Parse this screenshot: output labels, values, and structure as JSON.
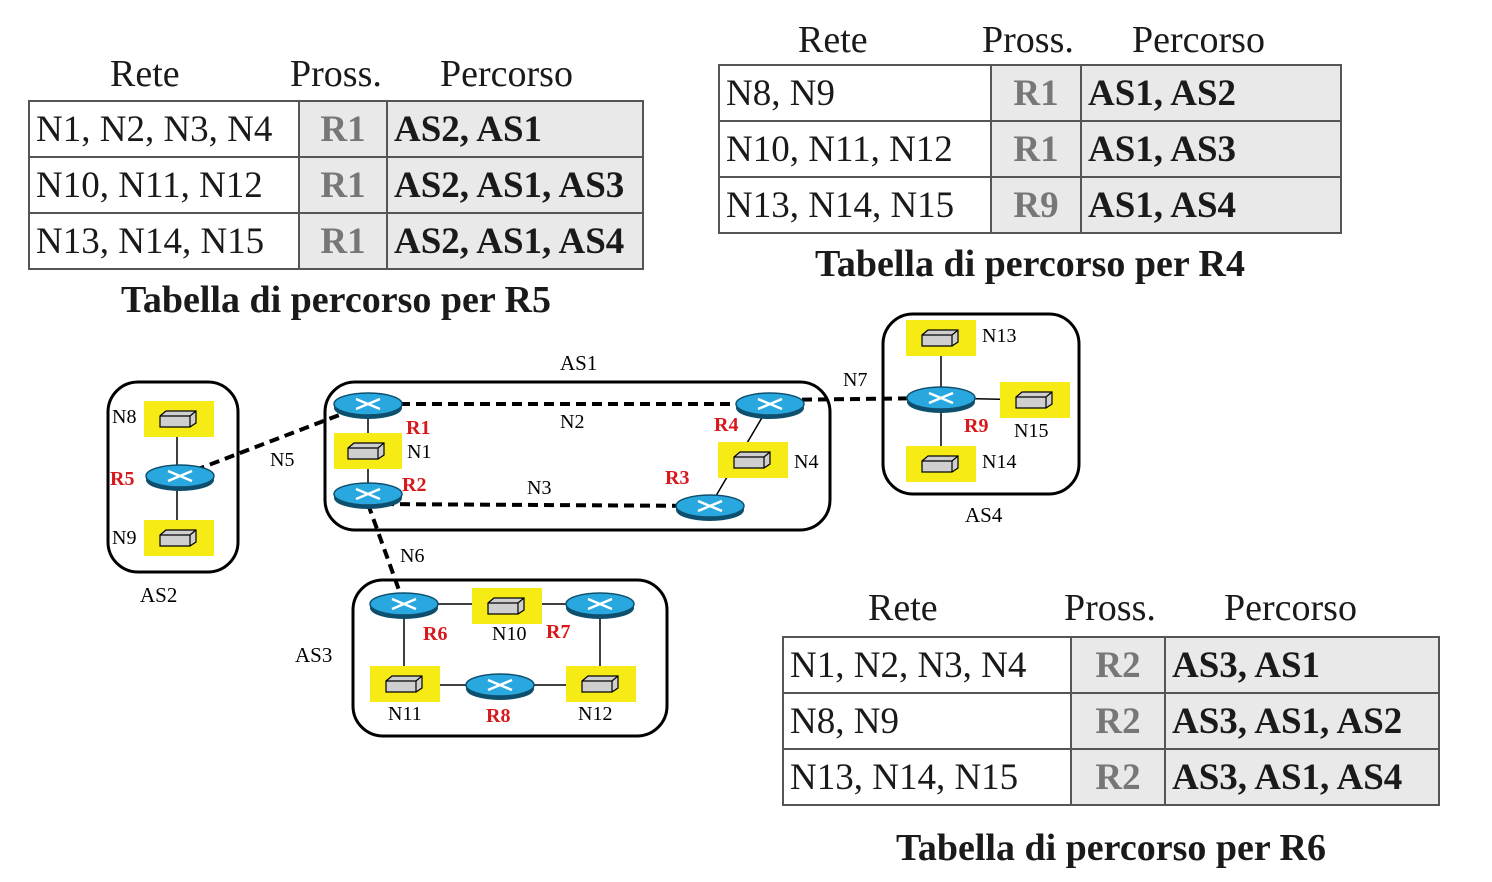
{
  "headers": {
    "net": "Rete",
    "next": "Pross.",
    "path": "Percorso"
  },
  "tables": [
    {
      "caption": "Tabella di percorso per R5",
      "rows": [
        {
          "net": "N1, N2, N3, N4",
          "next": "R1",
          "path": "AS2, AS1"
        },
        {
          "net": "N10, N11, N12",
          "next": "R1",
          "path": "AS2, AS1, AS3"
        },
        {
          "net": "N13, N14, N15",
          "next": "R1",
          "path": "AS2, AS1, AS4"
        }
      ]
    },
    {
      "caption": "Tabella di percorso per R4",
      "rows": [
        {
          "net": "N8, N9",
          "next": "R1",
          "path": "AS1, AS2"
        },
        {
          "net": "N10, N11, N12",
          "next": "R1",
          "path": "AS1, AS3"
        },
        {
          "net": "N13, N14, N15",
          "next": "R9",
          "path": "AS1, AS4"
        }
      ]
    },
    {
      "caption": "Tabella di percorso per R6",
      "rows": [
        {
          "net": "N1, N2, N3, N4",
          "next": "R2",
          "path": "AS3, AS1"
        },
        {
          "net": "N8, N9",
          "next": "R2",
          "path": "AS3, AS1, AS2"
        },
        {
          "net": "N13, N14, N15",
          "next": "R2",
          "path": "AS3, AS1, AS4"
        }
      ]
    }
  ],
  "diagram": {
    "as_labels": {
      "as1": "AS1",
      "as2": "AS2",
      "as3": "AS3",
      "as4": "AS4"
    },
    "routers": {
      "r1": "R1",
      "r2": "R2",
      "r3": "R3",
      "r4": "R4",
      "r5": "R5",
      "r6": "R6",
      "r7": "R7",
      "r8": "R8",
      "r9": "R9"
    },
    "networks": {
      "n1": "N1",
      "n2": "N2",
      "n3": "N3",
      "n4": "N4",
      "n5": "N5",
      "n6": "N6",
      "n7": "N7",
      "n8": "N8",
      "n9": "N9",
      "n10": "N10",
      "n11": "N11",
      "n12": "N12",
      "n13": "N13",
      "n14": "N14",
      "n15": "N15"
    },
    "colors": {
      "router_fill": "#29a8df",
      "switch_bg": "#f7eb16",
      "router_label": "#d7191c",
      "line": "#000000"
    }
  }
}
